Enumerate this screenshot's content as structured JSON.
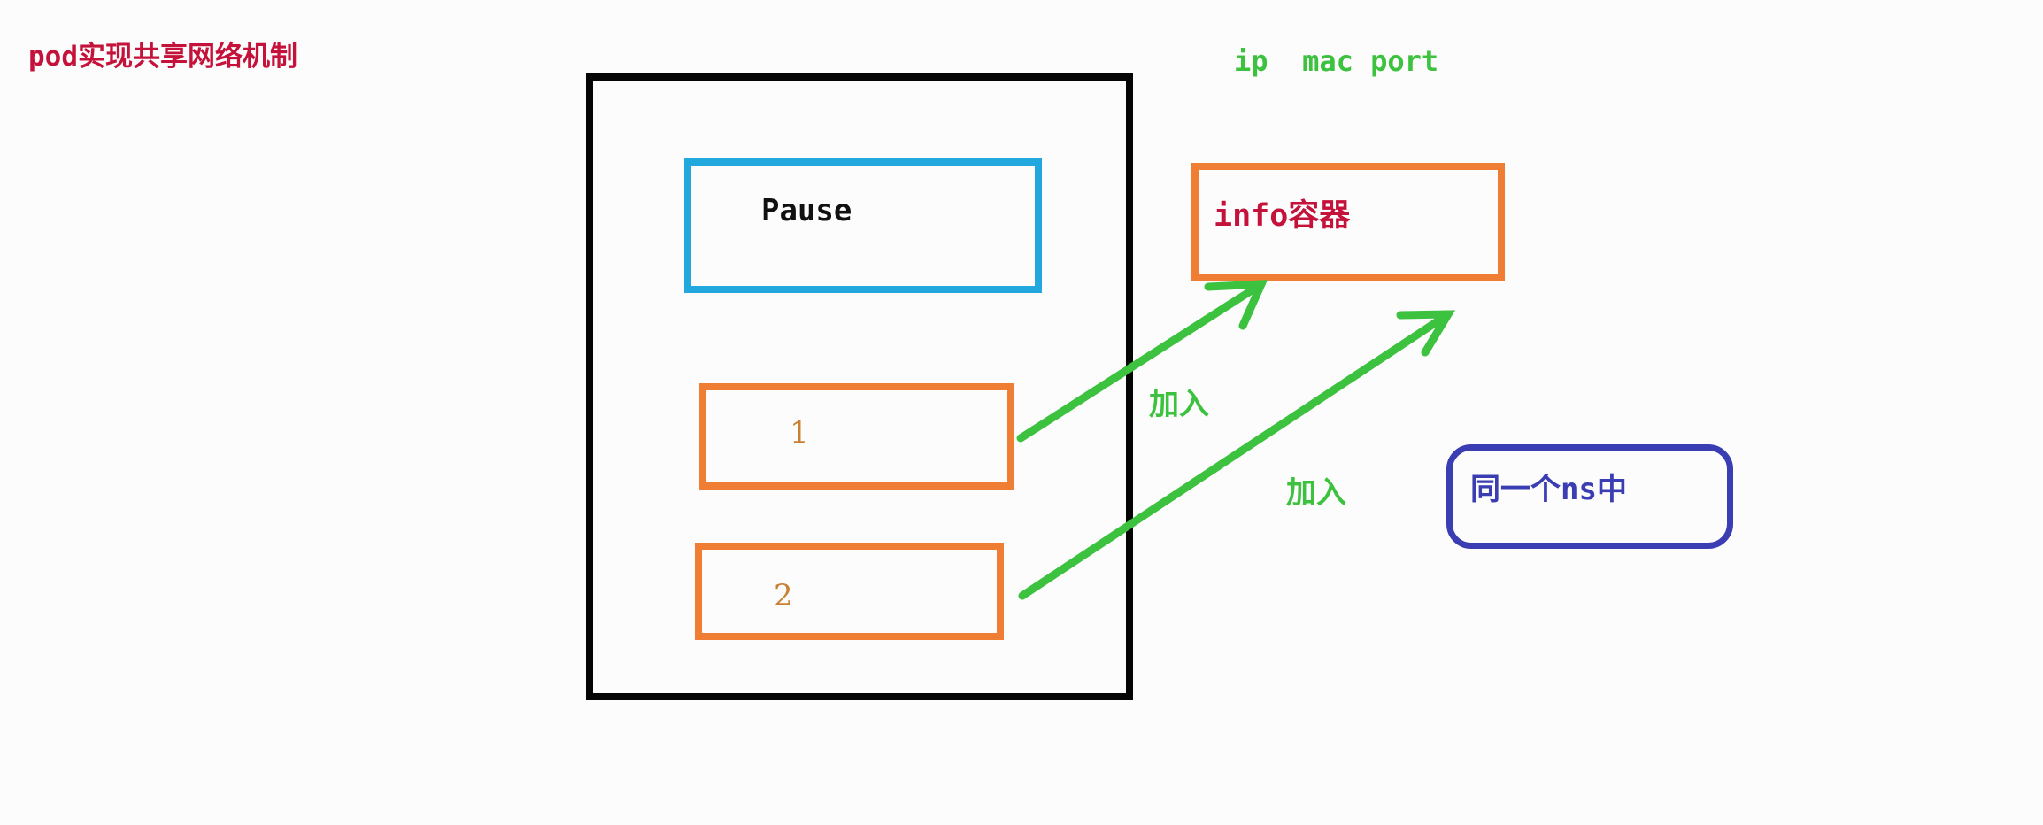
{
  "title": "pod实现共享网络机制",
  "top_label": "ip  mac port",
  "pause_label": "Pause",
  "container1_label": "1",
  "container2_label": "2",
  "info_label": "info容器",
  "join1_label": "加入",
  "join2_label": "加入",
  "ns_label": "同一个ns中",
  "colors": {
    "title": "#c4123a",
    "pod_border": "#050505",
    "pause_border": "#22a8dc",
    "container_border": "#ef7d33",
    "arrow": "#3cc23f",
    "ns_border": "#3b3db2"
  }
}
